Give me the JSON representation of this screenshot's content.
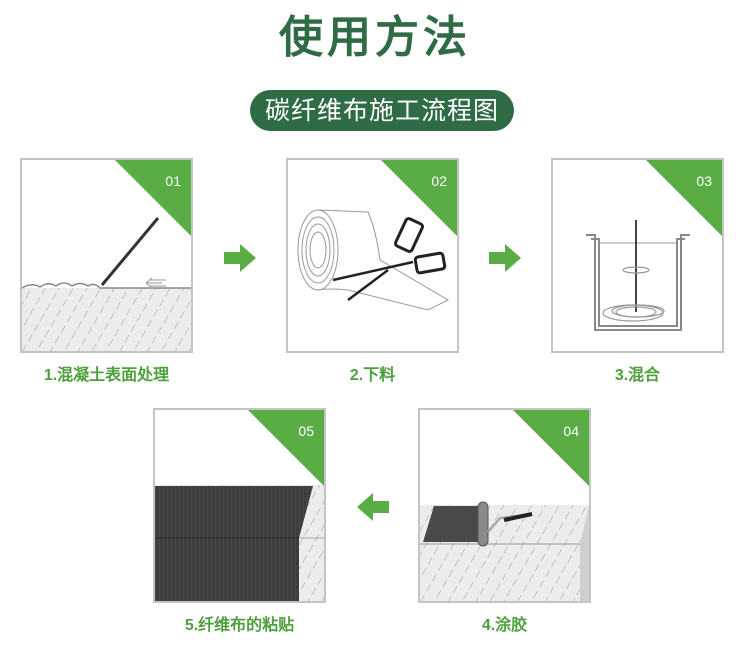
{
  "header": {
    "title": "使用方法",
    "subtitle": "碳纤维布施工流程图"
  },
  "colors": {
    "title_green": "#2f6b45",
    "accent_green": "#5aac44",
    "label_green": "#4ea03e"
  },
  "steps": [
    {
      "number": "01",
      "label": "1.混凝土表面处理",
      "illustration": "concrete-surface-grinding"
    },
    {
      "number": "02",
      "label": "2.下料",
      "illustration": "cutting-fiber-roll-with-scissors"
    },
    {
      "number": "03",
      "label": "3.混合",
      "illustration": "mixing-container-with-stirrer"
    },
    {
      "number": "04",
      "label": "4.涂胶",
      "illustration": "roller-applying-adhesive"
    },
    {
      "number": "05",
      "label": "5.纤维布的粘贴",
      "illustration": "pasting-carbon-fiber-cloth"
    }
  ],
  "arrows": [
    {
      "from": "01",
      "to": "02",
      "direction": "right"
    },
    {
      "from": "02",
      "to": "03",
      "direction": "right"
    },
    {
      "from": "04",
      "to": "05",
      "direction": "left"
    }
  ]
}
